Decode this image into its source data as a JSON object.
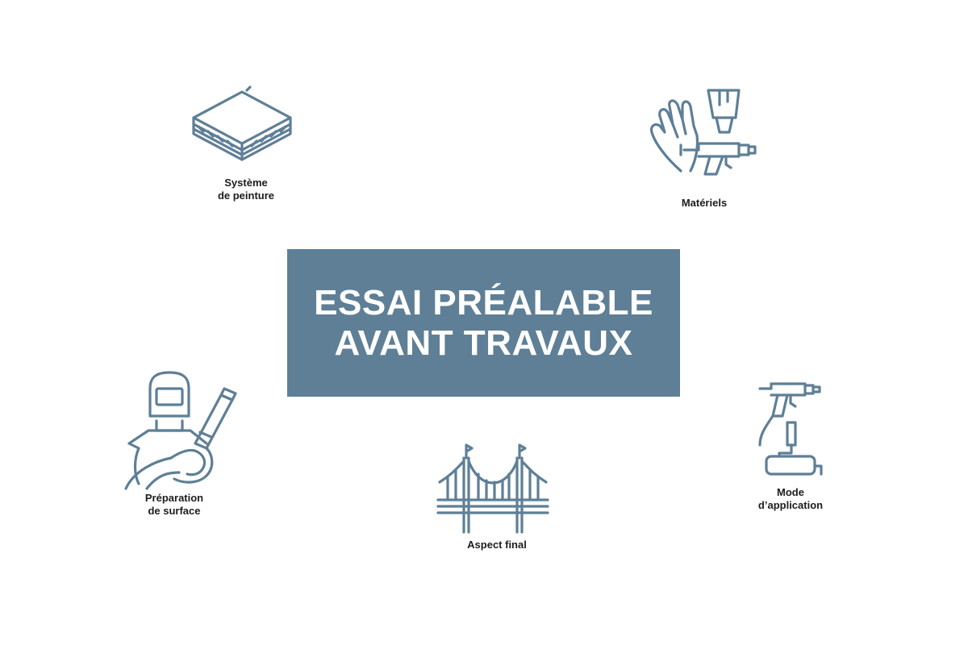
{
  "title": {
    "line1": "ESSAI PRÉALABLE",
    "line2": "AVANT TRAVAUX"
  },
  "nodes": {
    "paint_system": {
      "line1": "Système",
      "line2": "de peinture",
      "icon": "layered-block-icon"
    },
    "materials": {
      "line1": "Matériels",
      "icon": "gloves-brush-spraygun-icon"
    },
    "surface_prep": {
      "line1": "Préparation",
      "line2": "de surface",
      "icon": "sandblaster-worker-icon"
    },
    "final_aspect": {
      "line1": "Aspect final",
      "icon": "suspension-bridge-icon"
    },
    "application_mode": {
      "line1": "Mode",
      "line2": "d’application",
      "icon": "spraygun-roller-icon"
    }
  },
  "colors": {
    "accent": "#5e7f96",
    "text": "#1d1d1d",
    "background": "#ffffff"
  }
}
